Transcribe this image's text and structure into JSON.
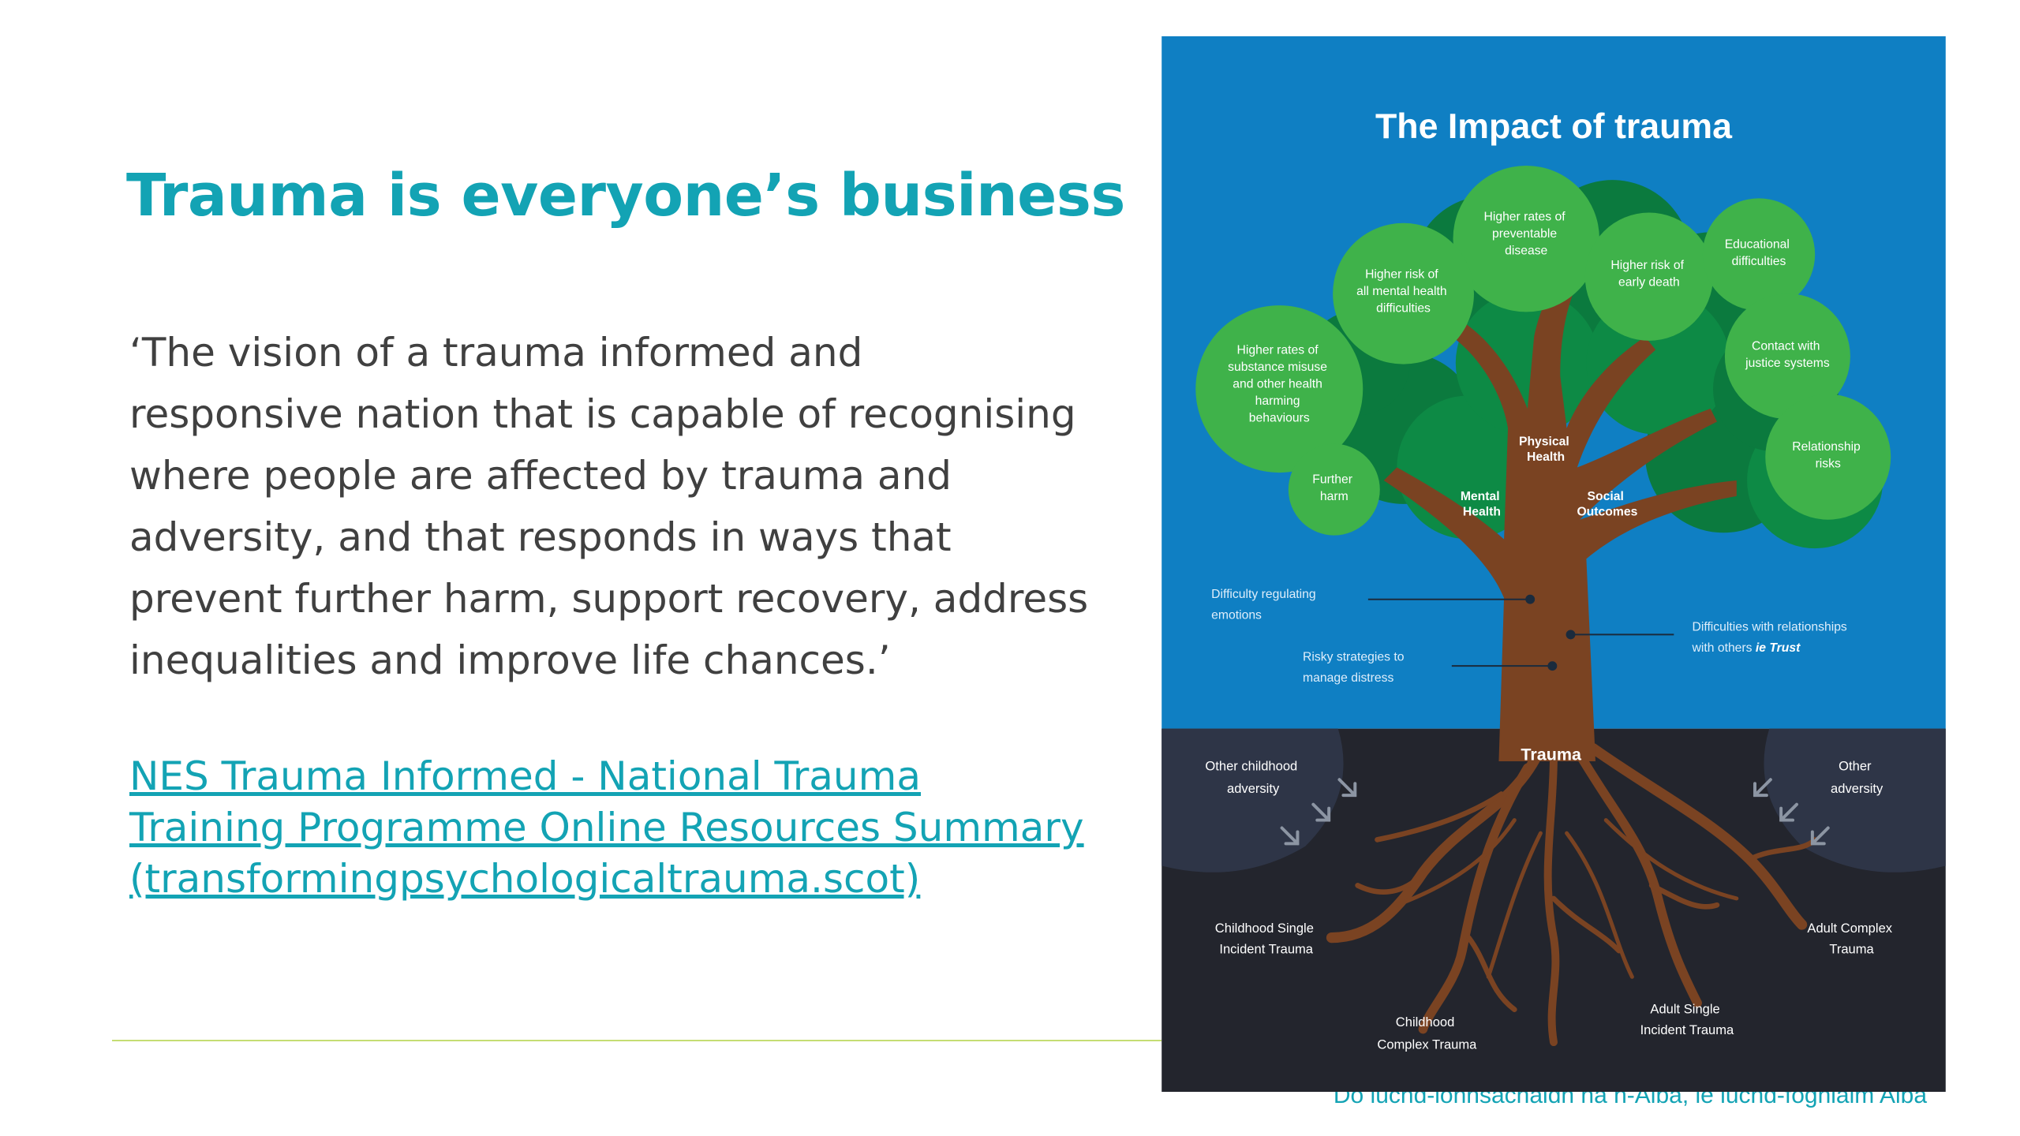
{
  "slide": {
    "title": "Trauma is everyone’s business",
    "quote_lines": [
      "‘The vision of a trauma informed and",
      "responsive nation that is capable of recognising",
      "where people are affected by trauma and",
      "adversity, and that responds in ways that",
      "prevent further harm, support recovery, address",
      "inequalities and improve life chances.’"
    ],
    "link_lines": [
      "NES Trauma Informed - National Trauma",
      "Training Programme Online Resources Summary",
      "(transformingpsychologicaltrauma.scot)"
    ],
    "footer": "Do luchd-ionnsachaidh na h-Alba, le luchd-foghlaim Alba"
  },
  "poster": {
    "title": "The Impact of trauma",
    "colors": {
      "sky": "#0f7fc3",
      "ground": "#23252d",
      "trunk": "#7a4322",
      "leaf_dark": "#0b7a3e",
      "leaf_light": "#3fb24a"
    },
    "bubbles": {
      "preventable": [
        "Higher rates of",
        "preventable",
        "disease"
      ],
      "mental": [
        "Higher risk of",
        "all mental health",
        "difficulties"
      ],
      "early_death": [
        "Higher risk of",
        "early death"
      ],
      "educational": [
        "Educational",
        "difficulties"
      ],
      "substance": [
        "Higher rates of",
        "substance misuse",
        "and other health",
        "harming",
        "behaviours"
      ],
      "justice": [
        "Contact with",
        "justice systems"
      ],
      "relationship": [
        "Relationship",
        "risks"
      ],
      "further_harm": [
        "Further",
        "harm"
      ]
    },
    "branches": {
      "physical": [
        "Physical",
        "Health"
      ],
      "mental": [
        "Mental",
        "Health"
      ],
      "social": [
        "Social",
        "Outcomes"
      ]
    },
    "trunk_labels": {
      "emotions": [
        "Difficulty regulating",
        "emotions"
      ],
      "risky": [
        "Risky strategies to",
        "manage distress"
      ],
      "relationships": [
        "Difficulties with relationships",
        "with others "
      ],
      "relationships_em": "ie Trust"
    },
    "trauma": "Trauma",
    "roots": {
      "other_childhood": [
        "Other childhood",
        "adversity"
      ],
      "other_adversity": [
        "Other",
        "adversity"
      ],
      "childhood_single": [
        "Childhood Single",
        "Incident Trauma"
      ],
      "adult_complex": [
        "Adult Complex",
        "Trauma"
      ],
      "childhood_complex": [
        "Childhood",
        "Complex Trauma"
      ],
      "adult_single": [
        "Adult Single",
        "Incident Trauma"
      ]
    }
  }
}
